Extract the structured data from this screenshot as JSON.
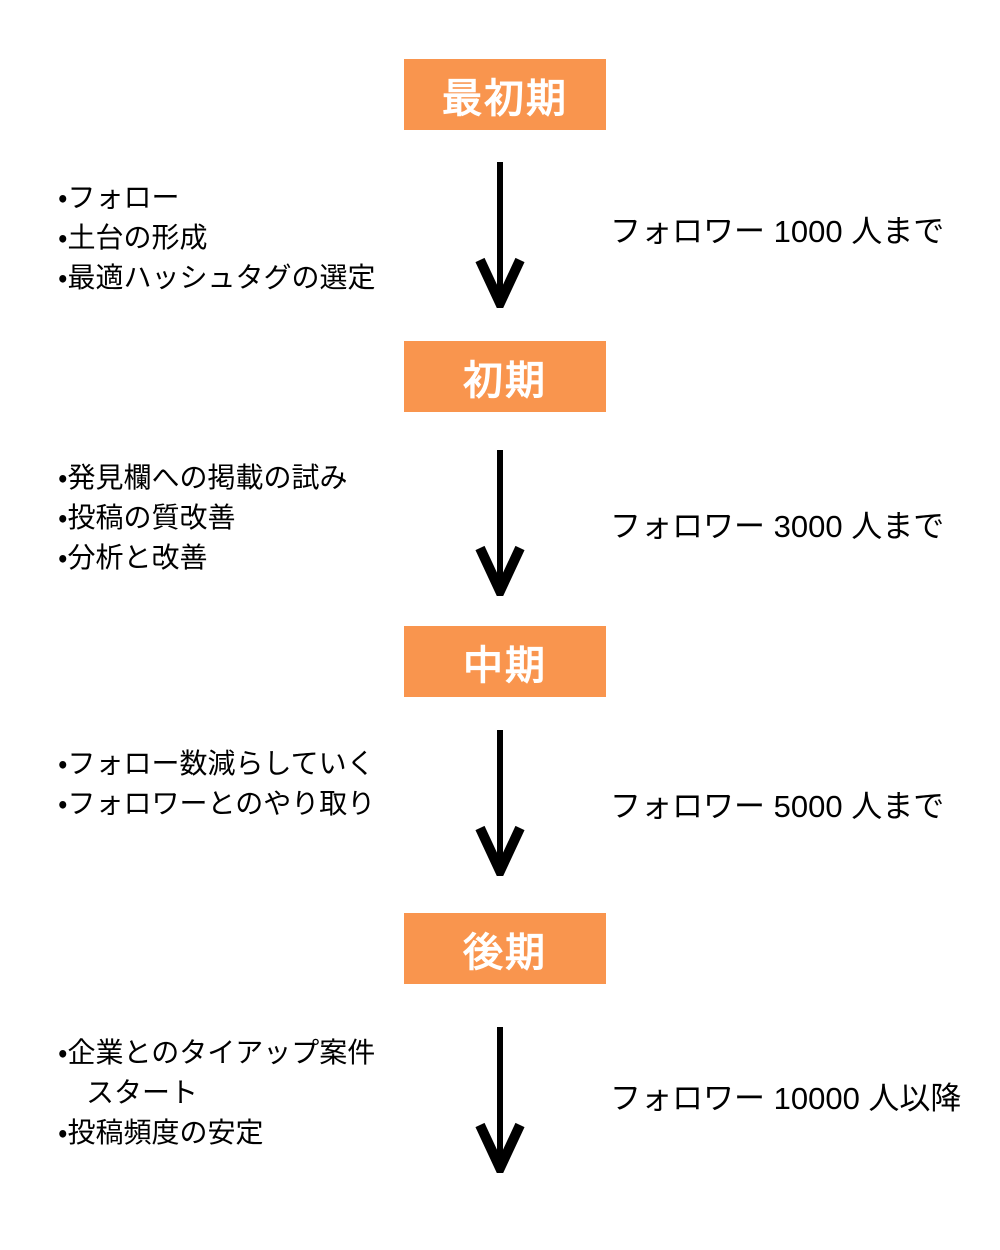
{
  "page": {
    "background": "#ffffff",
    "accent_orange": "#F9954E",
    "arrow_color": "#000000",
    "text_color": "#000000"
  },
  "stages": [
    {
      "label": "最初期",
      "bullets": [
        "・フォロー",
        "・土台の形成",
        "・最適ハッシュタグの選定"
      ],
      "milestone": "フォロワー 1000 人まで"
    },
    {
      "label": "初期",
      "bullets": [
        "・発見欄への掲載の試み",
        "・投稿の質改善",
        "・分析と改善"
      ],
      "milestone": "フォロワー 3000 人まで"
    },
    {
      "label": "中期",
      "bullets": [
        "・フォロー数減らしていく",
        "・フォロワーとのやり取り"
      ],
      "milestone": "フォロワー 5000 人まで"
    },
    {
      "label": "後期",
      "bullets": [
        "・企業とのタイアップ案件\n　スタート",
        "・投稿頻度の安定"
      ],
      "milestone": "フォロワー 10000 人以降"
    }
  ]
}
